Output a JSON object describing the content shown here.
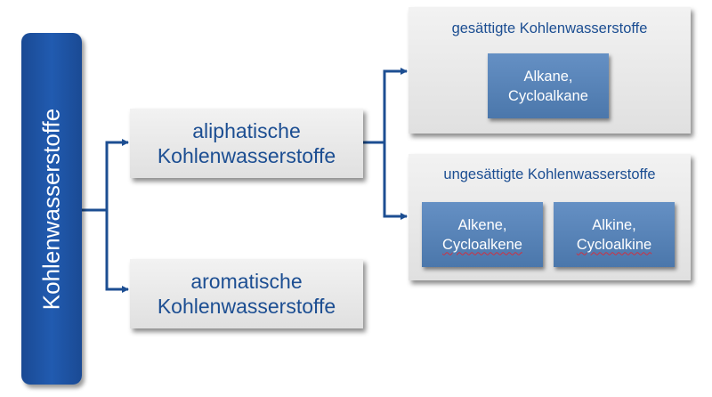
{
  "root": {
    "label": "Kohlenwasserstoffe"
  },
  "aliphatic": {
    "line1": "aliphatische",
    "line2": "Kohlenwasserstoffe"
  },
  "aromatic": {
    "line1": "aromatische",
    "line2": "Kohlenwasserstoffe"
  },
  "saturated": {
    "title": "gesättigte Kohlenwasserstoffe",
    "items": [
      {
        "line1": "Alkane,",
        "line2": "Cycloalkane"
      }
    ]
  },
  "unsaturated": {
    "title": "ungesättigte Kohlenwasserstoffe",
    "items": [
      {
        "line1": "Alkene,",
        "line2": "Cycloalkene"
      },
      {
        "line1": "Alkine,",
        "line2": "Cycloalkine"
      }
    ]
  },
  "colors": {
    "primary": "#1a4a94",
    "connector": "#1c4e92",
    "node": "#e8e8e8",
    "leaf": "#5a84b8"
  }
}
